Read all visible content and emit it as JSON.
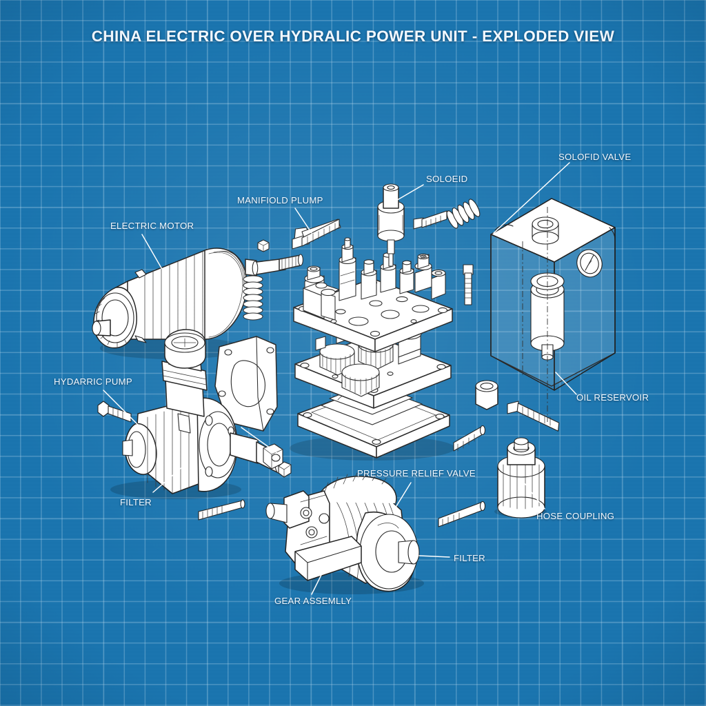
{
  "document": {
    "title": "CHINA ELECTRIC OVER HYDRALIC POWER UNIT - EXPLODED VIEW",
    "style": "blueprint-exploded-technical-illustration",
    "colors": {
      "background_blue": "#1a74ae",
      "grid_line": "#bedcf0",
      "part_fill": "#ffffff",
      "part_outline": "#1b1b1b",
      "label_text": "#f2f9ff"
    }
  },
  "labels": {
    "electric_motor": "ELECTRIC MOTOR",
    "manifold_pump": "MANIFIOLD PLUMP",
    "solenoid": "SOLOEID",
    "solenoid_valve": "SOLOFID VALVE",
    "oil_reservoir": "OIL RESERVOIR",
    "hydraulic_pump": "HYDARRIC PUMP",
    "filter_left": "FILTER",
    "pressure_relief_valve": "PRESSURE RELIEF VALVE",
    "hose_coupling": "HOSE COUPLING",
    "filter_right": "FILTER",
    "gear_assembly": "GEAR ASSEMLLY"
  },
  "parts": [
    {
      "name": "electric-motor",
      "label": "ELECTRIC MOTOR"
    },
    {
      "name": "manifold-pump-bolt",
      "label": "MANIFIOLD PLUMP"
    },
    {
      "name": "solenoid",
      "label": "SOLOEID"
    },
    {
      "name": "solenoid-valve-reservoir",
      "label": "SOLOFID VALVE"
    },
    {
      "name": "oil-reservoir",
      "label": "OIL RESERVOIR"
    },
    {
      "name": "hydraulic-pump",
      "label": "HYDARRIC PUMP"
    },
    {
      "name": "filter-cartridge-left",
      "label": "FILTER"
    },
    {
      "name": "pressure-relief-valve",
      "label": "PRESSURE RELIEF VALVE"
    },
    {
      "name": "hose-coupling",
      "label": "HOSE COUPLING"
    },
    {
      "name": "filter-cartridge-right",
      "label": "FILTER"
    },
    {
      "name": "gear-assembly",
      "label": "GEAR ASSEMLLY"
    }
  ]
}
